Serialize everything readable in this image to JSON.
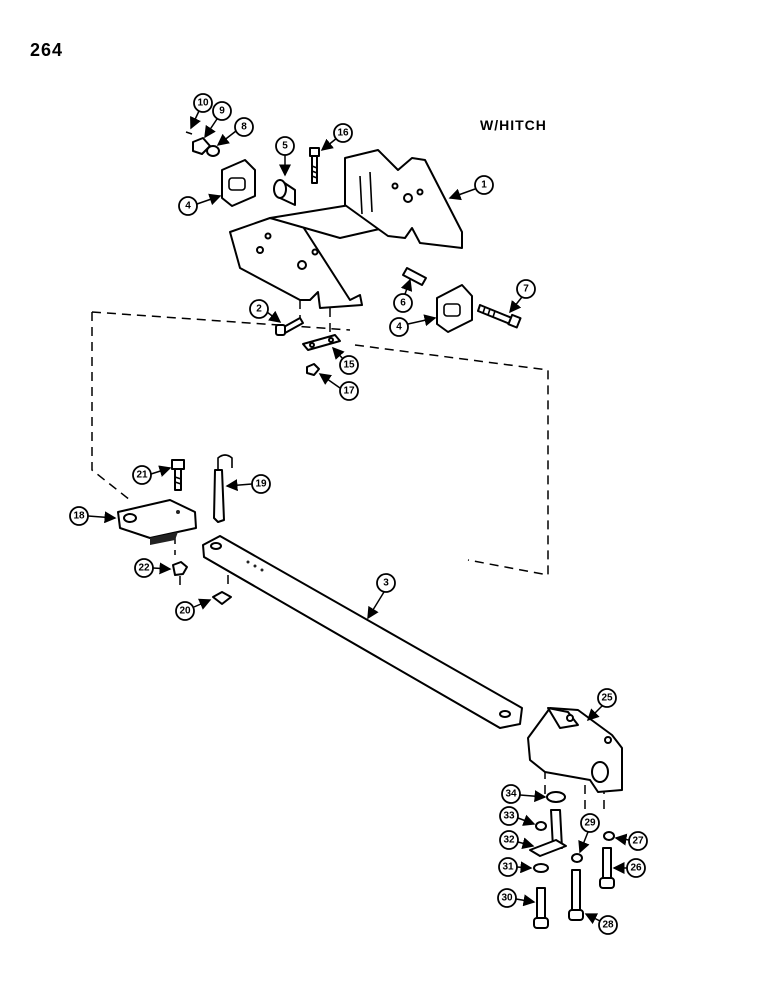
{
  "page_number": "264",
  "variant_label": "W/HITCH",
  "callouts": [
    "1",
    "2",
    "3",
    "4",
    "4",
    "5",
    "6",
    "7",
    "8",
    "9",
    "10",
    "15",
    "16",
    "17",
    "18",
    "19",
    "20",
    "21",
    "22",
    "25",
    "26",
    "27",
    "28",
    "29",
    "30",
    "31",
    "32",
    "33",
    "34"
  ]
}
